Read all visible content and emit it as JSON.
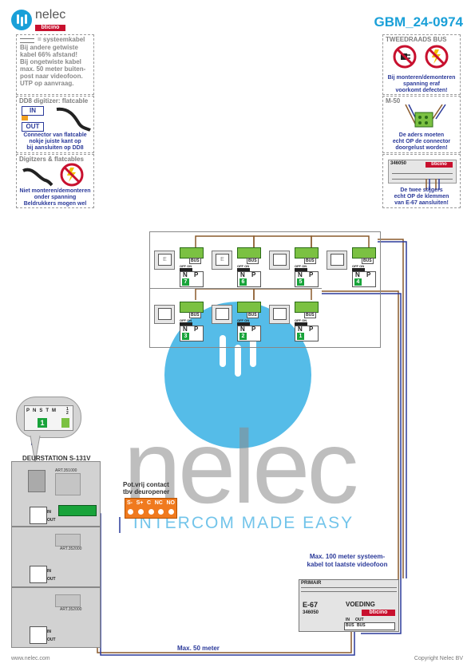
{
  "brand": {
    "name": "nelec",
    "sub": "bticino",
    "tagline": "INTERCOM MADE EASY"
  },
  "doc_code": "GBM_24-0974",
  "panels": {
    "systeemkabel": {
      "title": "= systeemkabel",
      "lines": [
        "Bij andere getwiste",
        "kabel 66% afstand!",
        "Bij ongetwiste kabel",
        "max. 50 meter buiten-",
        "post naar videofoon.",
        "UTP op aanvraag."
      ]
    },
    "dd8": {
      "title": "DD8 digitizer: flatcable",
      "in_label": "IN",
      "out_label": "OUT",
      "lines": [
        "Connector van flatcable",
        "nokje juiste kant op",
        "bij aansluiten op DD8"
      ]
    },
    "digitizers": {
      "title": "Digitzers & flatcables",
      "lines": [
        "Niet monteren/demonteren",
        "onder spanning",
        "Beldrukkers mogen wel"
      ]
    },
    "tweedraads": {
      "title": "TWEEDRAADS BUS",
      "lines": [
        "Bij monteren/demonteren",
        "spanning eraf",
        "voorkomt defecten!"
      ]
    },
    "m50": {
      "title": "M-50",
      "lines": [
        "De aders moeten",
        "echt OP de connector",
        "doorgelust worden!"
      ]
    },
    "e67small": {
      "code": "346050",
      "lines": [
        "De twee stijgers",
        "echt OP de klemmen",
        "van E-67 aansluiten!"
      ]
    }
  },
  "units": [
    {
      "number": "7",
      "screen": "E"
    },
    {
      "number": "6",
      "screen": "E"
    },
    {
      "number": "5",
      "screen": ""
    },
    {
      "number": "4",
      "screen": ""
    },
    {
      "number": "3",
      "screen": ""
    },
    {
      "number": "2",
      "screen": ""
    },
    {
      "number": "1",
      "screen": ""
    }
  ],
  "unit_labels": {
    "bus": "BUS",
    "n": "N",
    "p": "P",
    "off_on": "OFF ON"
  },
  "dip": {
    "labels": [
      "P",
      "N",
      "S",
      "T",
      "M"
    ],
    "sub_labels": [
      "1",
      "2"
    ],
    "value": "1"
  },
  "door_station": {
    "title": "DEURSTATION S-131V",
    "module_codes": [
      "ART.351000",
      "ART.352000",
      "ART.352000"
    ],
    "in_label": "IN",
    "out_label": "OUT"
  },
  "contact": {
    "lines": [
      "Pot.vrij contact",
      "tbv deuropener"
    ],
    "terminals": [
      "S-",
      "S+",
      "C",
      "NC",
      "NO"
    ]
  },
  "notes": {
    "max100": [
      "Max. 100 meter systeem-",
      "kabel tot laatste videofoon"
    ],
    "max50": "Max. 50 meter"
  },
  "power_supply": {
    "primair": "PRIMAIR",
    "model": "E-67",
    "label": "VOEDING",
    "code": "346050",
    "terminals": [
      "IN",
      "OUT"
    ],
    "bus_labels": [
      "BUS",
      "BUS"
    ]
  },
  "footer": {
    "left": "www.nelec.com",
    "right": "Copyright Nelec BV"
  },
  "colors": {
    "blue": "#2b3a9a",
    "accent": "#1aa0d8",
    "red": "#c8102e",
    "orange": "#f07a1e",
    "green": "#18a33a"
  }
}
